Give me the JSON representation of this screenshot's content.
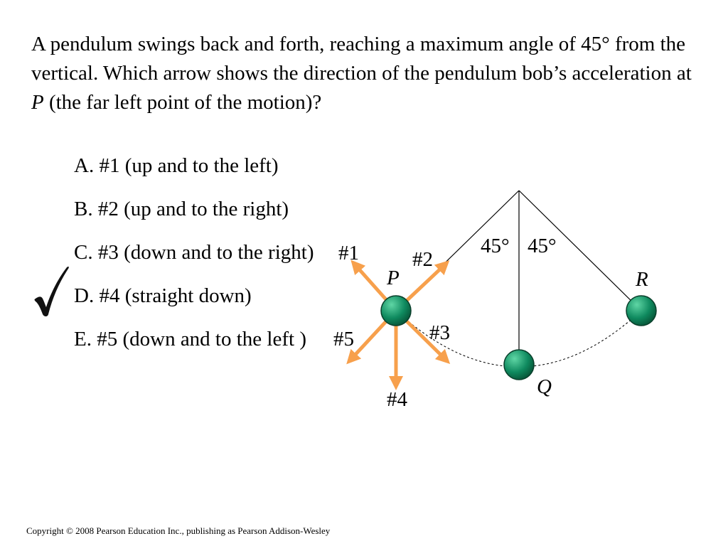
{
  "question": {
    "part1": "A pendulum swings back and forth, reaching a maximum angle of 45° from the vertical. Which arrow shows the direction of the pendulum bob’s acceleration at ",
    "point": "P",
    "part2": " (the far left point of the motion)?"
  },
  "choices": [
    {
      "label": "A. #1 (up and to the left)",
      "correct": false
    },
    {
      "label": "B. #2 (up and to the right)",
      "correct": false
    },
    {
      "label": "C. #3 (down and to the right)",
      "correct": true
    },
    {
      "label": "D. #4 (straight down)",
      "correct": false
    },
    {
      "label": "E. #5 (down and to the left )",
      "correct": false
    }
  ],
  "diagram": {
    "angle_left": "45°",
    "angle_right": "45°",
    "points": {
      "p": "P",
      "q": "Q",
      "r": "R"
    },
    "arrows": {
      "a1": "#1",
      "a2": "#2",
      "a3": "#3",
      "a4": "#4",
      "a5": "#5"
    },
    "colors": {
      "arrow": "#f7a04c",
      "bob": "#0f8a5f",
      "bob_highlight": "#5fd6a5"
    }
  },
  "copyright": "Copyright © 2008 Pearson Education Inc., publishing as Pearson Addison-Wesley"
}
